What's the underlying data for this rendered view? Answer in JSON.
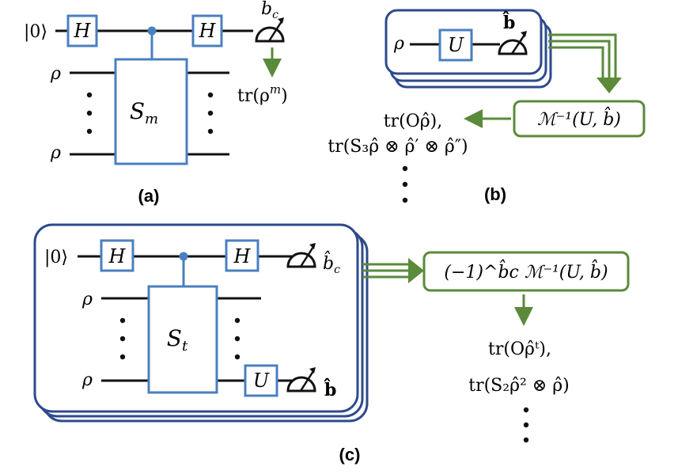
{
  "panel_a": {
    "label": "(a)",
    "ket": "|0⟩",
    "gate_h_left": "H",
    "gate_h_right": "H",
    "gate_s": "S",
    "gate_s_sub": "m",
    "rho_top": "ρ",
    "rho_bottom": "ρ",
    "meas_label": "b",
    "meas_label_sub": "c",
    "result": "tr(ρ",
    "result_sup": "m",
    "result_end": ")"
  },
  "panel_b": {
    "label": "(b)",
    "rho": "ρ",
    "gate_u": "U",
    "meas_label": "b̂",
    "inverse_map": "ℳ⁻¹(U, b̂)",
    "result_line1": "tr(Oρ̂),",
    "result_line2": "tr(S₃ρ̂ ⊗ ρ̂′ ⊗ ρ̂″)"
  },
  "panel_c": {
    "label": "(c)",
    "ket": "|0⟩",
    "gate_h_left": "H",
    "gate_h_right": "H",
    "gate_s": "S",
    "gate_s_sub": "t",
    "gate_u": "U",
    "rho_top": "ρ",
    "rho_bottom": "ρ",
    "meas_label_top": "b̂",
    "meas_label_top_sub": "c",
    "meas_label_bottom": "b̂",
    "inverse_map": "(−1)^b̂c ℳ⁻¹(U, b̂)",
    "result_line1": "tr(Oρ̂ᵗ),",
    "result_line2": "tr(S₂ρ̂² ⊗ ρ̂)"
  },
  "colors": {
    "gate_blue": "#4a7fc1",
    "frame_navy": "#2e4a8c",
    "arrow_green": "#5a8a3a",
    "wire": "#111111"
  }
}
